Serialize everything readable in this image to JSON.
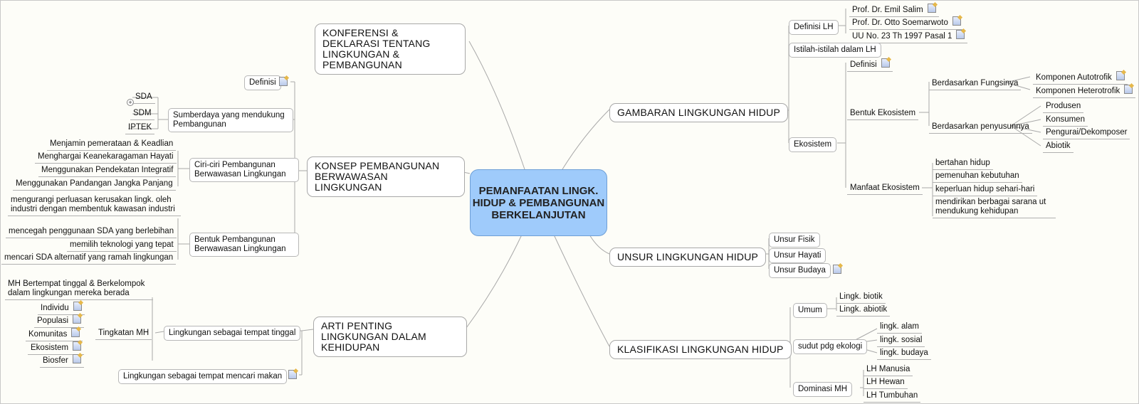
{
  "center": {
    "title": "PEMANFAATAN LINGK. HIDUP & PEMBANGUNAN BERKELANJUTAN"
  },
  "branches": {
    "konferensi": "KONFERENSI & DEKLARASI TENTANG LINGKUNGAN & PEMBANGUNAN",
    "konsep": "KONSEP PEMBANGUNAN BERWAWASAN LINGKUNGAN",
    "arti": "ARTI PENTING LINGKUNGAN DALAM KEHIDUPAN",
    "gambaran": "GAMBARAN LINGKUNGAN HIDUP",
    "unsur": "UNSUR LINGKUNGAN HIDUP",
    "klasifikasi": "KLASIFIKASI LINGKUNGAN HIDUP"
  },
  "konsep": {
    "definisi": "Definisi",
    "sumberdaya": {
      "label": "Sumberdaya yang mendukung Pembangunan",
      "items": [
        "SDA",
        "SDM",
        "IPTEK"
      ]
    },
    "ciri": {
      "label": "Ciri-ciri Pembangunan Berwawasan Lingkungan",
      "items": [
        "Menjamin pemerataan & Keadlian",
        "Menghargai Keanekaragaman Hayati",
        "Menggunakan Pendekatan Integratif",
        "Menggunakan Pandangan Jangka Panjang"
      ]
    },
    "bentuk": {
      "label": "Bentuk Pembangunan Berwawasan Lingkungan",
      "items": [
        "mengurangi perluasan kerusakan lingk. oleh industri dengan membentuk kawasan industri",
        "mencegah penggunaan SDA yang berlebihan",
        "memilih teknologi yang tepat",
        "mencari SDA alternatif yang ramah lingkungan"
      ]
    }
  },
  "arti": {
    "tempat_tinggal": "Lingkungan sebagai tempat tinggal",
    "tingkatan": {
      "label": "Tingkatan MH",
      "items": [
        "MH Bertempat tinggal & Berkelompok dalam lingkungan mereka berada",
        "Individu",
        "Populasi",
        "Komunitas",
        "Ekosistem",
        "Biosfer"
      ]
    },
    "mencari_makan": "Lingkungan sebagai tempat mencari makan"
  },
  "gambaran": {
    "definisi_lh": {
      "label": "Definisi LH",
      "items": [
        "Prof. Dr. Emil Salim",
        "Prof. Dr. Otto Soemarwoto",
        "UU No. 23 Th 1997 Pasal 1"
      ]
    },
    "istilah": "Istilah-istilah dalam LH",
    "ekosistem": {
      "label": "Ekosistem",
      "definisi": "Definisi",
      "bentuk": "Bentuk Ekosistem",
      "fungsi": {
        "label": "Berdasarkan Fungsinya",
        "items": [
          "Komponen Autotrofik",
          "Komponen Heterotrofik"
        ]
      },
      "penyusun": {
        "label": "Berdasarkan penyusunnya",
        "items": [
          "Produsen",
          "Konsumen",
          "Pengurai/Dekomposer",
          "Abiotik"
        ]
      },
      "manfaat": {
        "label": "Manfaat Ekosistem",
        "items": [
          "bertahan hidup",
          "pemenuhan kebutuhan",
          "keperluan hidup sehari-hari",
          "mendirikan berbagai sarana ut mendukung kehidupan"
        ]
      }
    }
  },
  "unsur": {
    "items": [
      "Unsur Fisik",
      "Unsur Hayati",
      "Unsur Budaya"
    ]
  },
  "klasifikasi": {
    "umum": {
      "label": "Umum",
      "items": [
        "Lingk. biotik",
        "Lingk. abiotik"
      ]
    },
    "ekologi": {
      "label": "sudut pdg ekologi",
      "items": [
        "lingk. alam",
        "lingk. sosial",
        "lingk. budaya"
      ]
    },
    "dominasi": {
      "label": "Dominasi MH",
      "items": [
        "LH Manusia",
        "LH Hewan",
        "LH Tumbuhan"
      ]
    }
  }
}
